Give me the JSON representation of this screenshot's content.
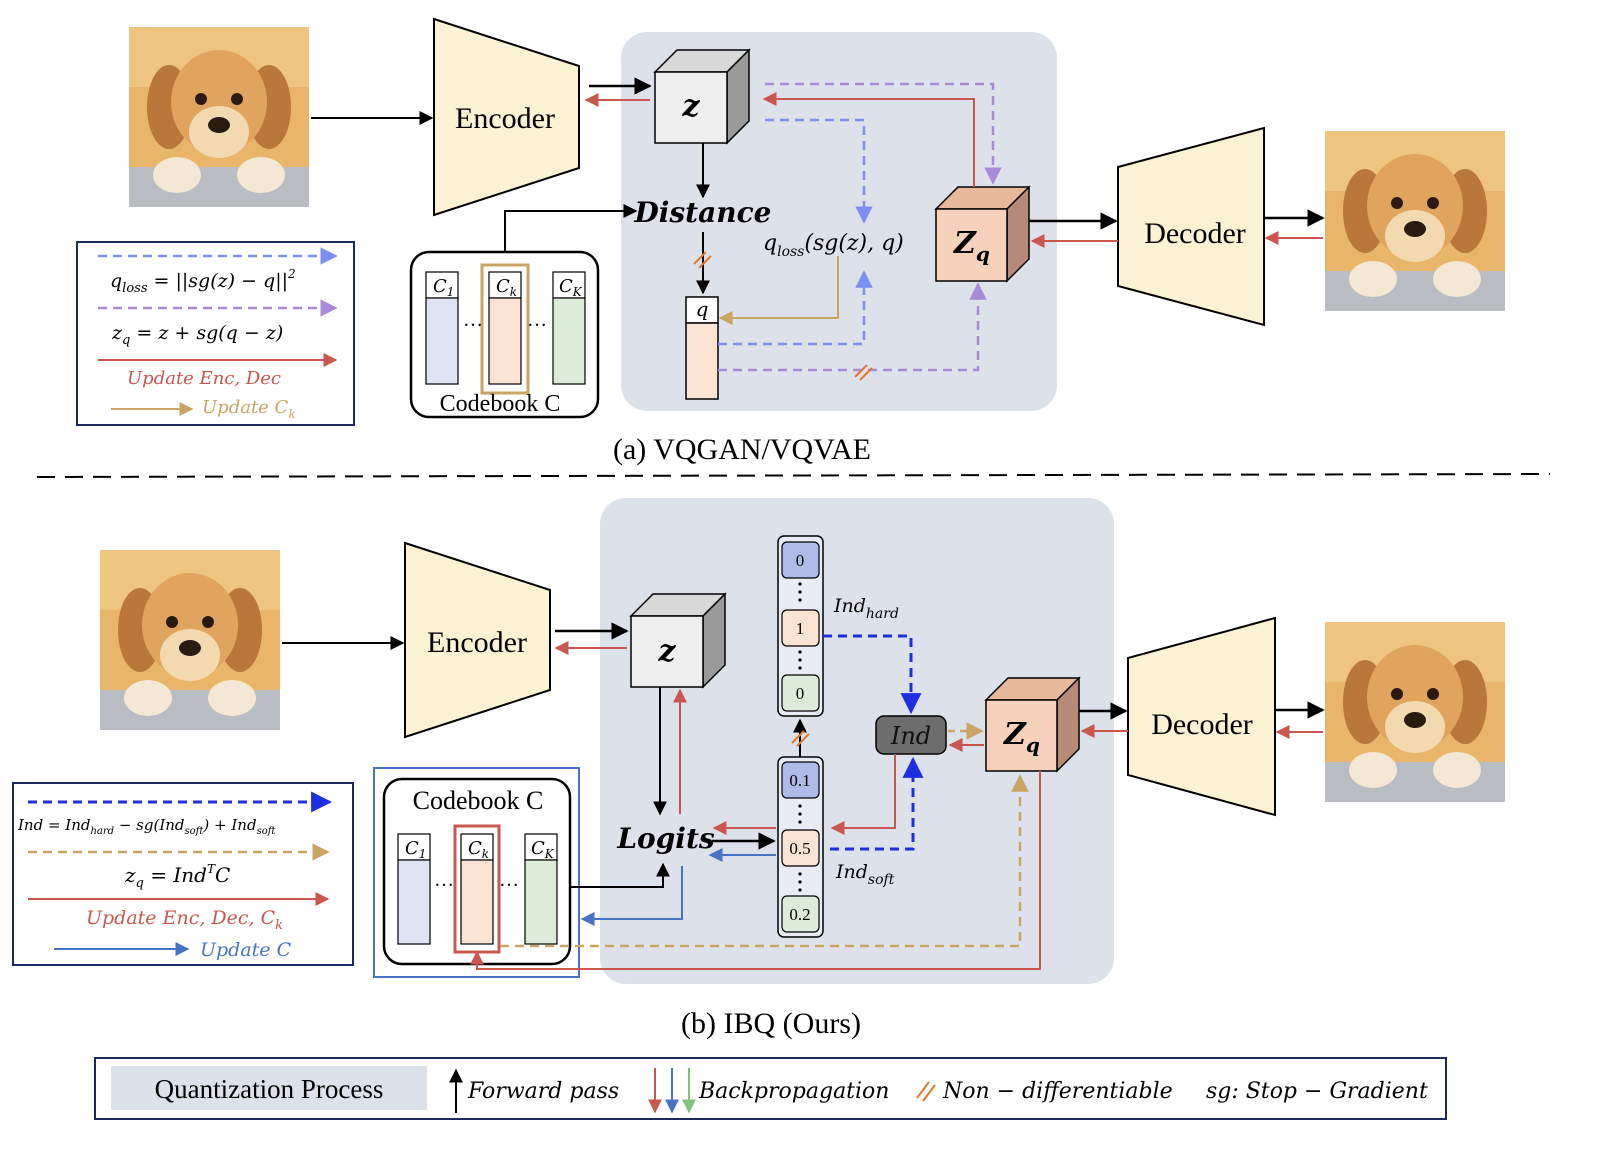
{
  "colors": {
    "panel": "#dde1ea",
    "trapezoid": "#fbf1d3",
    "red": "#c9574f",
    "blue_dash": "#7c8ff0",
    "purple_dash": "#a98ad6",
    "gold": "#c9a463",
    "navy_dash": "#1f2ee0",
    "steel_blue": "#4a72c4",
    "orange_mark": "#e07a30",
    "green_arrow": "#7fc47a"
  },
  "icons": {
    "dog": "golden-retriever-puppy-photo"
  },
  "top": {
    "caption": "(a) VQGAN/VQVAE",
    "encoder_label": "Encoder",
    "decoder_label": "Decoder",
    "z_label": "z",
    "zq_label": "Z",
    "zq_sub": "q",
    "distance_label": "Distance",
    "qloss_label": "q",
    "qloss_sub": "loss",
    "qloss_args": "(sg(z), q)",
    "q_label": "q",
    "codebook_label": "Codebook C",
    "codes": [
      "C",
      "C",
      "C"
    ],
    "code_subs": [
      "1",
      "k",
      "K"
    ],
    "legend": {
      "line1_main": "q",
      "line1_sub": "loss",
      "line1_rest": " = ||sg(z) − q||",
      "line1_sup": "2",
      "line2_main": "z",
      "line2_sub": "q",
      "line2_rest": " = z + sg(q − z)",
      "line3": "Update Enc, Dec",
      "line4_main": "Update C",
      "line4_sub": "k"
    }
  },
  "bottom": {
    "caption": "(b) IBQ (Ours)",
    "encoder_label": "Encoder",
    "decoder_label": "Decoder",
    "z_label": "z",
    "zq_label": "Z",
    "zq_sub": "q",
    "logits_label": "Logits",
    "ind_label": "Ind",
    "ind_hard_main": "Ind",
    "ind_hard_sub": "hard",
    "ind_soft_main": "Ind",
    "ind_soft_sub": "soft",
    "hard_values": [
      "0",
      "1",
      "0"
    ],
    "soft_values": [
      "0.1",
      "0.5",
      "0.2"
    ],
    "codebook_label": "Codebook C",
    "codes": [
      "C",
      "C",
      "C"
    ],
    "code_subs": [
      "1",
      "k",
      "K"
    ],
    "legend": {
      "line1_a": "Ind = Ind",
      "line1_a_sub": "hard",
      "line1_b": " − sg(Ind",
      "line1_b_sub": "soft",
      "line1_c": ") + Ind",
      "line1_c_sub": "soft",
      "line2_main": "z",
      "line2_sub": "q",
      "line2_rest": " = Ind",
      "line2_sup": "T",
      "line2_end": "C",
      "line3_main": "Update Enc, Dec, C",
      "line3_sub": "k",
      "line4": "Update C"
    }
  },
  "bottom_legend": {
    "process_label": "Quantization Process",
    "forward_label": "Forward pass",
    "backprop_label": "Backpropagation",
    "nondiff_label": "Non − differentiable",
    "sg_label": "sg: Stop − Gradient"
  }
}
